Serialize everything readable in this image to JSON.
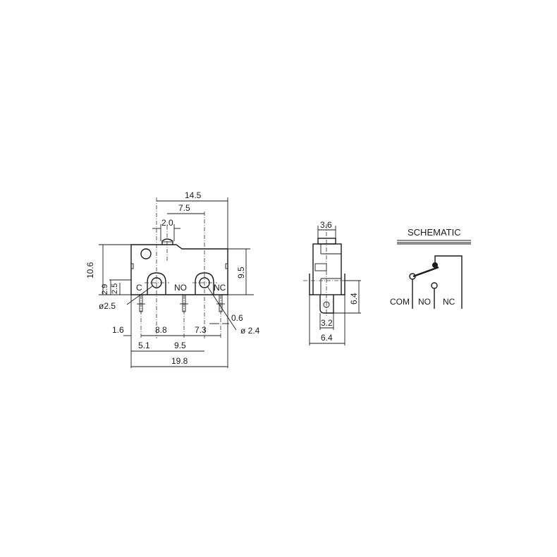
{
  "front_view": {
    "dim_overall_width": "19.8",
    "dim_top_span": "14.5",
    "dim_actuator_offset": "7.5",
    "dim_actuator_width": "2.0",
    "dim_height_total": "10.6",
    "dim_height_body": "9.5",
    "dim_hole_height_1": "2.9",
    "dim_hole_height_2": "2.5",
    "dim_hole_dia_left": "ø2.5",
    "dim_hole_dia_right": "ø 2.4",
    "dim_pin_width": "0.6",
    "dim_left_offset": "1.6",
    "dim_pin_spacing_1": "8.8",
    "dim_pin_spacing_2": "7.3",
    "dim_hole_offset": "5.1",
    "dim_hole_spacing": "9.5",
    "terminal_labels": [
      "C",
      "NO",
      "NC"
    ]
  },
  "side_view": {
    "dim_top_width": "3.6",
    "dim_height": "6.4",
    "dim_tab_width": "3.2",
    "dim_base_width": "6.4"
  },
  "schematic": {
    "title": "SCHEMATIC",
    "labels": [
      "COM",
      "NO",
      "NC"
    ]
  }
}
